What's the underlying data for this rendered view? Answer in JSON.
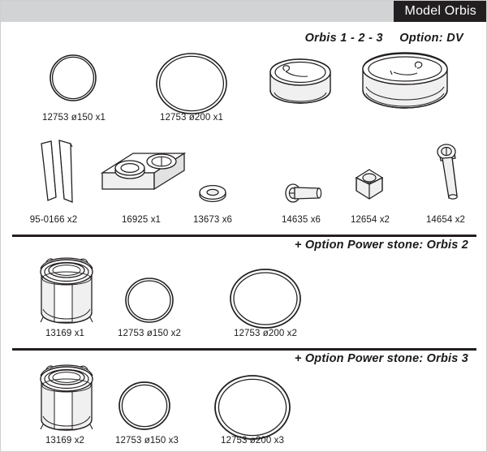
{
  "header": {
    "model_badge": "Model Orbis",
    "subtitle_models": "Orbis 1 - 2 - 3",
    "subtitle_option": "Option: DV"
  },
  "sections": [
    {
      "id": "orbis-123",
      "title": "",
      "rows": [
        {
          "id": "row-rings-collars",
          "parts": [
            {
              "name": "gasket-ring-150",
              "label": "12753 ø150 x1",
              "icon": "ring-thin-small"
            },
            {
              "name": "gasket-ring-200",
              "label": "12753 ø200 x1",
              "icon": "ring-thin-large"
            },
            {
              "name": "collar-small",
              "label": "",
              "icon": "collar-3d-small"
            },
            {
              "name": "collar-large",
              "label": "",
              "icon": "collar-3d-large"
            }
          ]
        },
        {
          "id": "row-hardware",
          "parts": [
            {
              "name": "blade-wedge-pair",
              "label": "95-0166 x2",
              "icon": "wedge-blades"
            },
            {
              "name": "twin-socket-base",
              "label": "16925 x1",
              "icon": "twin-recess-box"
            },
            {
              "name": "flat-washer",
              "label": "13673 x6",
              "icon": "washer"
            },
            {
              "name": "cap-screw-horizontal",
              "label": "14635 x6",
              "icon": "socket-screw-horizontal"
            },
            {
              "name": "hex-nut",
              "label": "12654 x2",
              "icon": "hex-nut"
            },
            {
              "name": "cap-screw-vertical",
              "label": "14654 x2",
              "icon": "socket-screw-vertical"
            }
          ]
        }
      ]
    },
    {
      "id": "orbis-2",
      "title": "+ Option Power stone: Orbis 2",
      "rows": [
        {
          "id": "row-orbis2",
          "parts": [
            {
              "name": "power-stone-canister",
              "label": "13169 x1",
              "icon": "canister"
            },
            {
              "name": "gasket-ring-150",
              "label": "12753 ø150 x2",
              "icon": "ring-thin-small"
            },
            {
              "name": "gasket-ring-200",
              "label": "12753 ø200 x2",
              "icon": "ring-thin-large"
            }
          ]
        }
      ]
    },
    {
      "id": "orbis-3",
      "title": "+ Option Power stone: Orbis 3",
      "rows": [
        {
          "id": "row-orbis3",
          "parts": [
            {
              "name": "power-stone-canister",
              "label": "13169 x2",
              "icon": "canister"
            },
            {
              "name": "gasket-ring-150",
              "label": "12753 ø150 x3",
              "icon": "ring-thin-small"
            },
            {
              "name": "gasket-ring-200",
              "label": "12753 ø200 x3",
              "icon": "ring-thin-large"
            }
          ]
        }
      ]
    }
  ],
  "colors": {
    "header_bar": "#d2d3d5",
    "badge_background": "#231f20",
    "badge_text": "#ffffff",
    "line": "#231f20",
    "page_background": "#ffffff"
  }
}
